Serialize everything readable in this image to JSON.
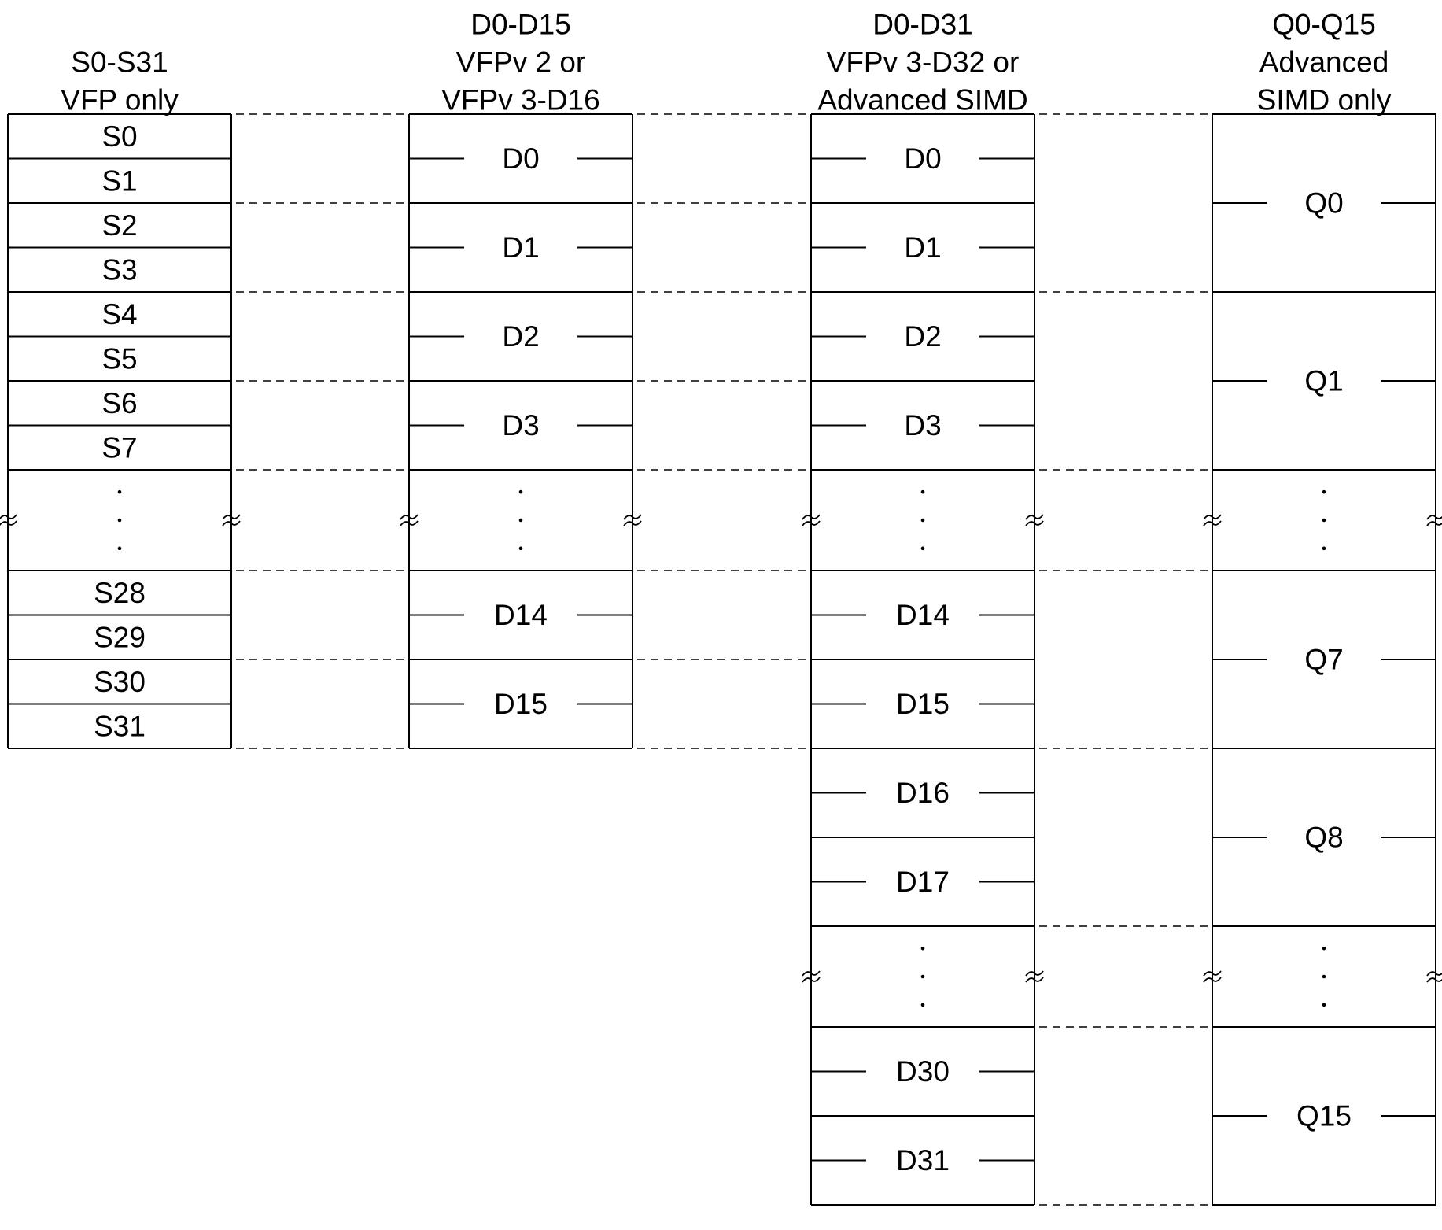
{
  "colors": {
    "stroke": "#000000",
    "background": "#ffffff"
  },
  "columns": [
    {
      "id": "s",
      "header": [
        "S0-S31",
        "VFP only"
      ],
      "rows": [
        {
          "label": "S0"
        },
        {
          "label": "S1"
        },
        {
          "label": "S2"
        },
        {
          "label": "S3"
        },
        {
          "label": "S4"
        },
        {
          "label": "S5"
        },
        {
          "label": "S6"
        },
        {
          "label": "S7"
        },
        {
          "ellipsis": true
        },
        {
          "label": "S28"
        },
        {
          "label": "S29"
        },
        {
          "label": "S30"
        },
        {
          "label": "S31"
        }
      ]
    },
    {
      "id": "d16",
      "header": [
        "D0-D15",
        "VFPv 2 or",
        "VFPv 3-D16"
      ],
      "rows": [
        {
          "label": "D0"
        },
        {
          "label": "D1"
        },
        {
          "label": "D2"
        },
        {
          "label": "D3"
        },
        {
          "ellipsis": true
        },
        {
          "label": "D14"
        },
        {
          "label": "D15"
        }
      ]
    },
    {
      "id": "d32",
      "header": [
        "D0-D31",
        "VFPv 3-D32 or",
        "Advanced SIMD"
      ],
      "rows": [
        {
          "label": "D0"
        },
        {
          "label": "D1"
        },
        {
          "label": "D2"
        },
        {
          "label": "D3"
        },
        {
          "ellipsis": true
        },
        {
          "label": "D14"
        },
        {
          "label": "D15"
        },
        {
          "label": "D16"
        },
        {
          "label": "D17"
        },
        {
          "ellipsis": true
        },
        {
          "label": "D30"
        },
        {
          "label": "D31"
        }
      ]
    },
    {
      "id": "q",
      "header": [
        "Q0-Q15",
        "Advanced",
        "SIMD only"
      ],
      "rows": [
        {
          "label": "Q0"
        },
        {
          "label": "Q1"
        },
        {
          "ellipsis": true
        },
        {
          "label": "Q7"
        },
        {
          "label": "Q8"
        },
        {
          "ellipsis": true
        },
        {
          "label": "Q15"
        }
      ]
    }
  ]
}
